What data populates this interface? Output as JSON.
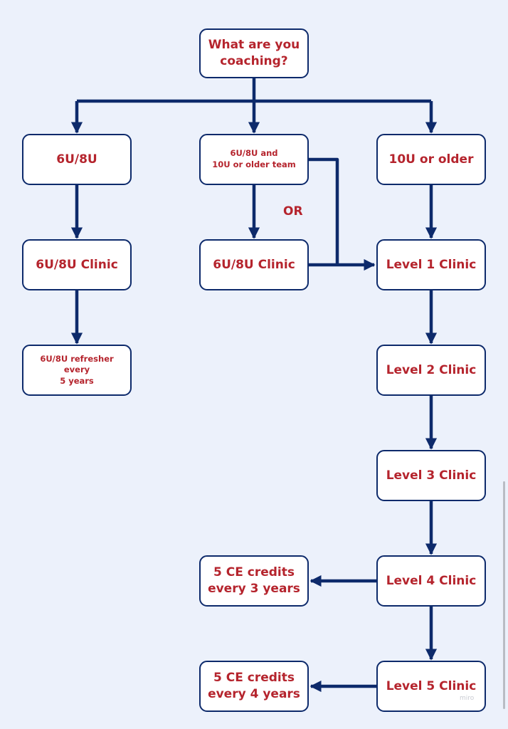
{
  "diagram": {
    "nodes": {
      "root": "What are you\ncoaching?",
      "u6_8": "6U/8U",
      "u6_8_and_10": "6U/8U  and\n10U or older team",
      "u10_older": "10U or older",
      "clinic_6_8_left": "6U/8U Clinic",
      "clinic_6_8_mid": "6U/8U Clinic",
      "level1": "Level 1 Clinic",
      "refresher": "6U/8U refresher every\n5 years",
      "level2": "Level 2 Clinic",
      "level3": "Level 3 Clinic",
      "level4": "Level 4 Clinic",
      "level5": "Level 5 Clinic",
      "ce3": "5 CE credits\nevery 3 years",
      "ce4": "5 CE credits\nevery 4 years"
    },
    "or_label": "OR",
    "watermark": "miro",
    "edges": [
      [
        "root",
        "u6_8"
      ],
      [
        "root",
        "u6_8_and_10"
      ],
      [
        "root",
        "u10_older"
      ],
      [
        "u6_8",
        "clinic_6_8_left"
      ],
      [
        "clinic_6_8_left",
        "refresher"
      ],
      [
        "u6_8_and_10",
        "clinic_6_8_mid"
      ],
      [
        "u6_8_and_10",
        "level1"
      ],
      [
        "clinic_6_8_mid",
        "level1"
      ],
      [
        "u10_older",
        "level1"
      ],
      [
        "level1",
        "level2"
      ],
      [
        "level2",
        "level3"
      ],
      [
        "level3",
        "level4"
      ],
      [
        "level4",
        "level5"
      ],
      [
        "level4",
        "ce3"
      ],
      [
        "level5",
        "ce4"
      ]
    ],
    "colors": {
      "background": "#ecf1fb",
      "node_fill": "#ffffff",
      "node_border": "#0d2a6b",
      "text": "#b5242d",
      "arrow": "#0d2a6b"
    }
  }
}
